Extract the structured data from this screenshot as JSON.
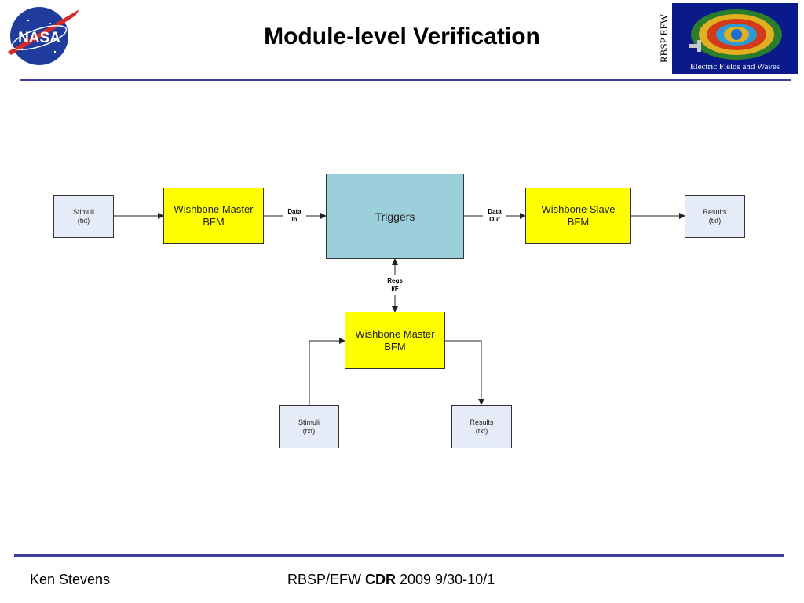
{
  "header": {
    "title": "Module-level Verification",
    "logo_left": {
      "text": "NASA",
      "icon": "nasa-meatball-logo"
    },
    "logo_right": {
      "side_text": "RBSP EFW",
      "caption": "Electric Fields and Waves",
      "icon": "rbsp-efw-logo"
    }
  },
  "diagram": {
    "stimuli_top": {
      "line1": "Stimuli",
      "line2": "(txt)"
    },
    "master_top": {
      "line1": "Wishbone Master",
      "line2": "BFM"
    },
    "data_in": {
      "line1": "Data",
      "line2": "In"
    },
    "triggers": {
      "label": "Triggers"
    },
    "data_out": {
      "line1": "Data",
      "line2": "Out"
    },
    "slave": {
      "line1": "Wishbone Slave",
      "line2": "BFM"
    },
    "results_top": {
      "line1": "Results",
      "line2": "(txt)"
    },
    "regs": {
      "line1": "Regs",
      "line2": "I/F"
    },
    "master_bottom": {
      "line1": "Wishbone Master",
      "line2": "BFM"
    },
    "stimuli_bottom": {
      "line1": "Stimuli",
      "line2": "(txt)"
    },
    "results_bottom": {
      "line1": "Results",
      "line2": "(txt)"
    }
  },
  "footer": {
    "author": "Ken Stevens",
    "event_prefix": "RBSP/EFW ",
    "event_bold": "CDR",
    "event_suffix": " 2009 9/30-10/1"
  },
  "colors": {
    "rule": "#3b3f99",
    "bfm_fill": "#ffff00",
    "triggers_fill": "#9ccfdc",
    "file_fill": "#e6ecf7"
  }
}
